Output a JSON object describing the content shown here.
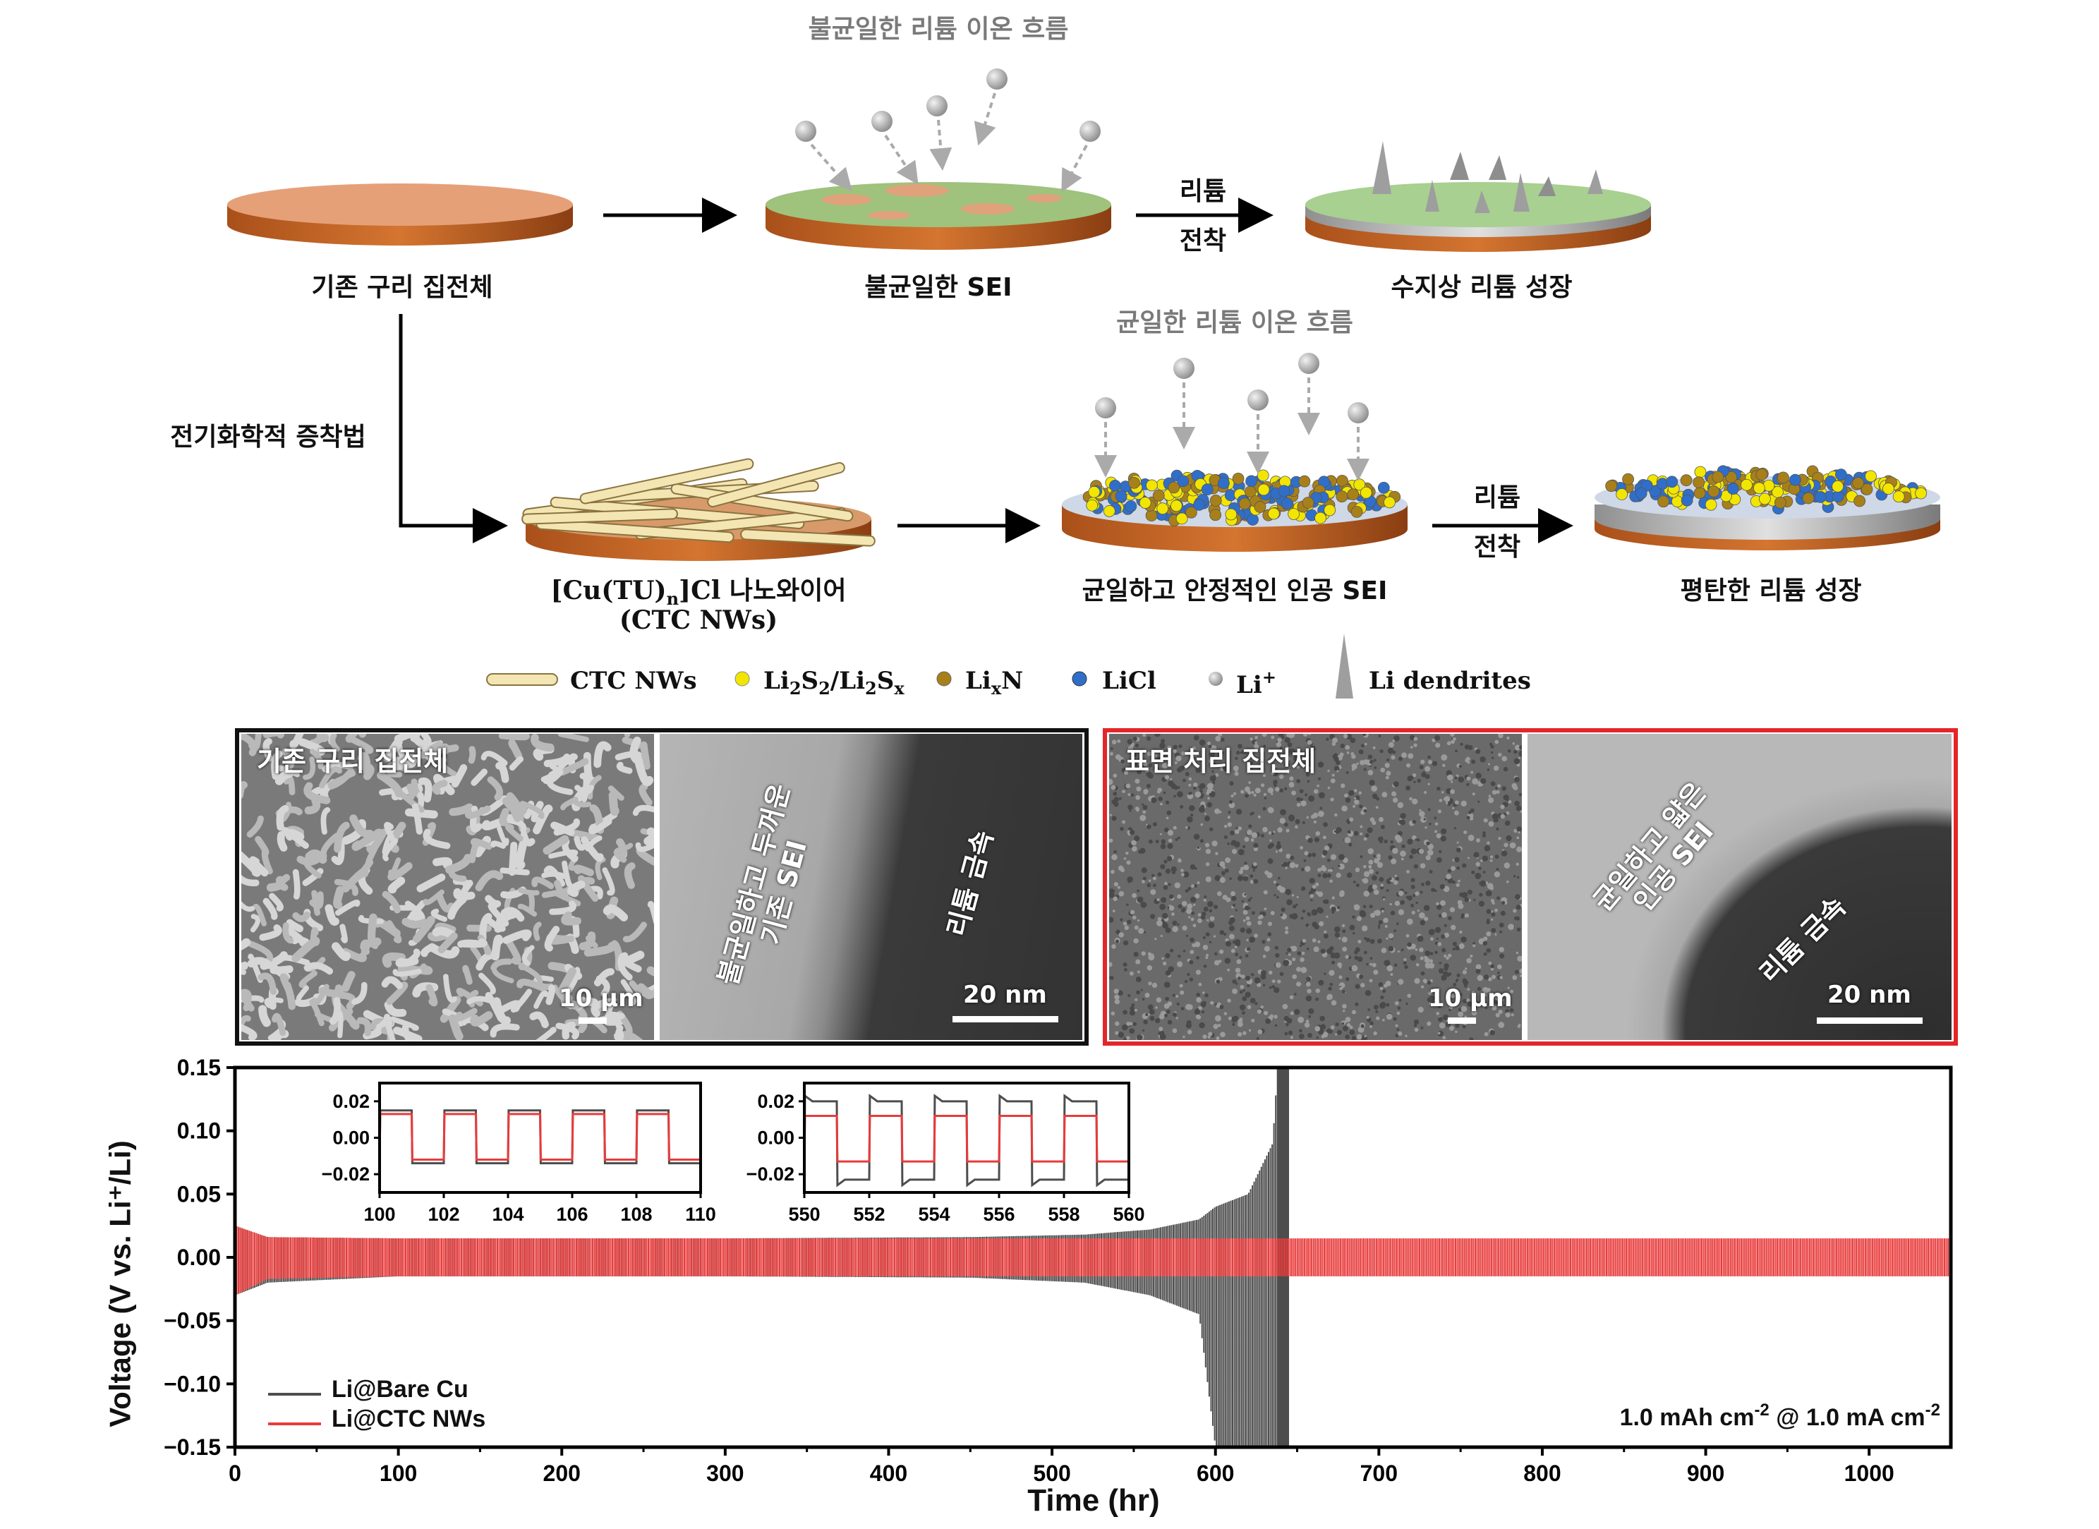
{
  "schematic": {
    "top_flow_label": "불균일한 리튬 이온 흐름",
    "bottom_flow_label": "균일한 리튬 이온 흐름",
    "bare_cu_label": "기존 구리 집전체",
    "nonuniform_sei_label": "불균일한 SEI",
    "dendrite_growth_label": "수지상 리튬 성장",
    "arrow_label_1": "리튬",
    "arrow_label_2": "전착",
    "method_label": "전기화학적 증착법",
    "nw_label_prefix": "[Cu(TU)",
    "nw_label_sub": "n",
    "nw_label_suffix": "]Cl 나노와이어",
    "nw_label_line2": "(CTC NWs)",
    "artificial_sei_label": "균일하고 안정적인 인공 SEI",
    "flat_growth_label": "평탄한 리튬 성장"
  },
  "legend": {
    "ctc": "CTC NWs",
    "li2s_a": "Li",
    "li2s_s1": "2",
    "li2s_b": "S",
    "li2s_s2": "2",
    "li2s_c": "/Li",
    "li2s_s3": "2",
    "li2s_d": "S",
    "li2s_s4": "x",
    "lixn_a": "Li",
    "lixn_s": "x",
    "lixn_b": "N",
    "licl": "LiCl",
    "li_plus_a": "Li",
    "li_plus_s": "+",
    "dendrites": "Li dendrites",
    "colors": {
      "li2s": "#f2e600",
      "lixn": "#a8801a",
      "licl": "#2f6fc9",
      "li_plus": "#aaaaaa"
    }
  },
  "micrographs": {
    "left_panel_title": "기존 구리 집전체",
    "left_sem_scale": "10 μm",
    "left_tem_sei": "불균일하고 두꺼운\n기존 SEI",
    "left_tem_metal": "리튬 금속",
    "left_tem_scale": "20 nm",
    "right_panel_title": "표면 처리 집전체",
    "right_sem_scale": "10 μm",
    "right_tem_sei": "균일하고 얇은\n인공 SEI",
    "right_tem_metal": "리튬 금속",
    "right_tem_scale": "20 nm",
    "frame_colors": {
      "left": "#111111",
      "right": "#e3262a"
    }
  },
  "chart_data": [
    {
      "type": "line",
      "xlabel": "Time (hr)",
      "ylabel": "Voltage (V vs. Li⁺/Li)",
      "xlim": [
        0,
        1050
      ],
      "ylim": [
        -0.15,
        0.15
      ],
      "x_ticks": [
        "0",
        "100",
        "200",
        "300",
        "400",
        "500",
        "600",
        "700",
        "800",
        "900",
        "1000"
      ],
      "y_ticks": [
        "0.15",
        "0.10",
        "0.05",
        "0.00",
        "−0.05",
        "−0.10",
        "−0.15"
      ],
      "condition_text_a": "1.0 mAh cm",
      "condition_sup_a": "-2",
      "condition_text_b": " @ 1.0 mA cm",
      "condition_sup_b": "-2",
      "series": [
        {
          "name": "Li@Bare Cu",
          "color": "#4d4d4d",
          "envelope": [
            [
              0,
              0.025,
              -0.03
            ],
            [
              20,
              0.016,
              -0.02
            ],
            [
              100,
              0.015,
              -0.015
            ],
            [
              300,
              0.015,
              -0.015
            ],
            [
              450,
              0.016,
              -0.016
            ],
            [
              520,
              0.018,
              -0.02
            ],
            [
              560,
              0.022,
              -0.03
            ],
            [
              590,
              0.03,
              -0.045
            ],
            [
              600,
              0.04,
              -0.15
            ],
            [
              620,
              0.05,
              -0.15
            ],
            [
              635,
              0.09,
              -0.15
            ],
            [
              638,
              0.15,
              -0.15
            ],
            [
              645,
              0.15,
              -0.15
            ]
          ],
          "ends_at": 645
        },
        {
          "name": "Li@CTC NWs",
          "color": "#e83b3b",
          "envelope": [
            [
              0,
              0.025,
              -0.03
            ],
            [
              20,
              0.016,
              -0.017
            ],
            [
              100,
              0.015,
              -0.015
            ],
            [
              1050,
              0.015,
              -0.015
            ]
          ],
          "ends_at": 1050
        }
      ]
    },
    {
      "type": "line",
      "inset": true,
      "xlim": [
        100,
        110
      ],
      "ylim": [
        -0.03,
        0.03
      ],
      "x_ticks": [
        "100",
        "102",
        "104",
        "106",
        "108",
        "110"
      ],
      "y_ticks": [
        "0.02",
        "0.00",
        "−0.02"
      ],
      "series": [
        {
          "name": "Li@Bare Cu",
          "color": "#4d4d4d",
          "high": 0.015,
          "low": -0.014,
          "period": 2
        },
        {
          "name": "Li@CTC NWs",
          "color": "#e83b3b",
          "high": 0.013,
          "low": -0.012,
          "period": 2
        }
      ]
    },
    {
      "type": "line",
      "inset": true,
      "xlim": [
        550,
        560
      ],
      "ylim": [
        -0.03,
        0.03
      ],
      "x_ticks": [
        "550",
        "552",
        "554",
        "556",
        "558",
        "560"
      ],
      "y_ticks": [
        "0.02",
        "0.00",
        "−0.02"
      ],
      "series": [
        {
          "name": "Li@Bare Cu",
          "color": "#4d4d4d",
          "high": 0.02,
          "low": -0.023,
          "period": 2,
          "peak": 0.003
        },
        {
          "name": "Li@CTC NWs",
          "color": "#e83b3b",
          "high": 0.012,
          "low": -0.013,
          "period": 2
        }
      ]
    }
  ]
}
